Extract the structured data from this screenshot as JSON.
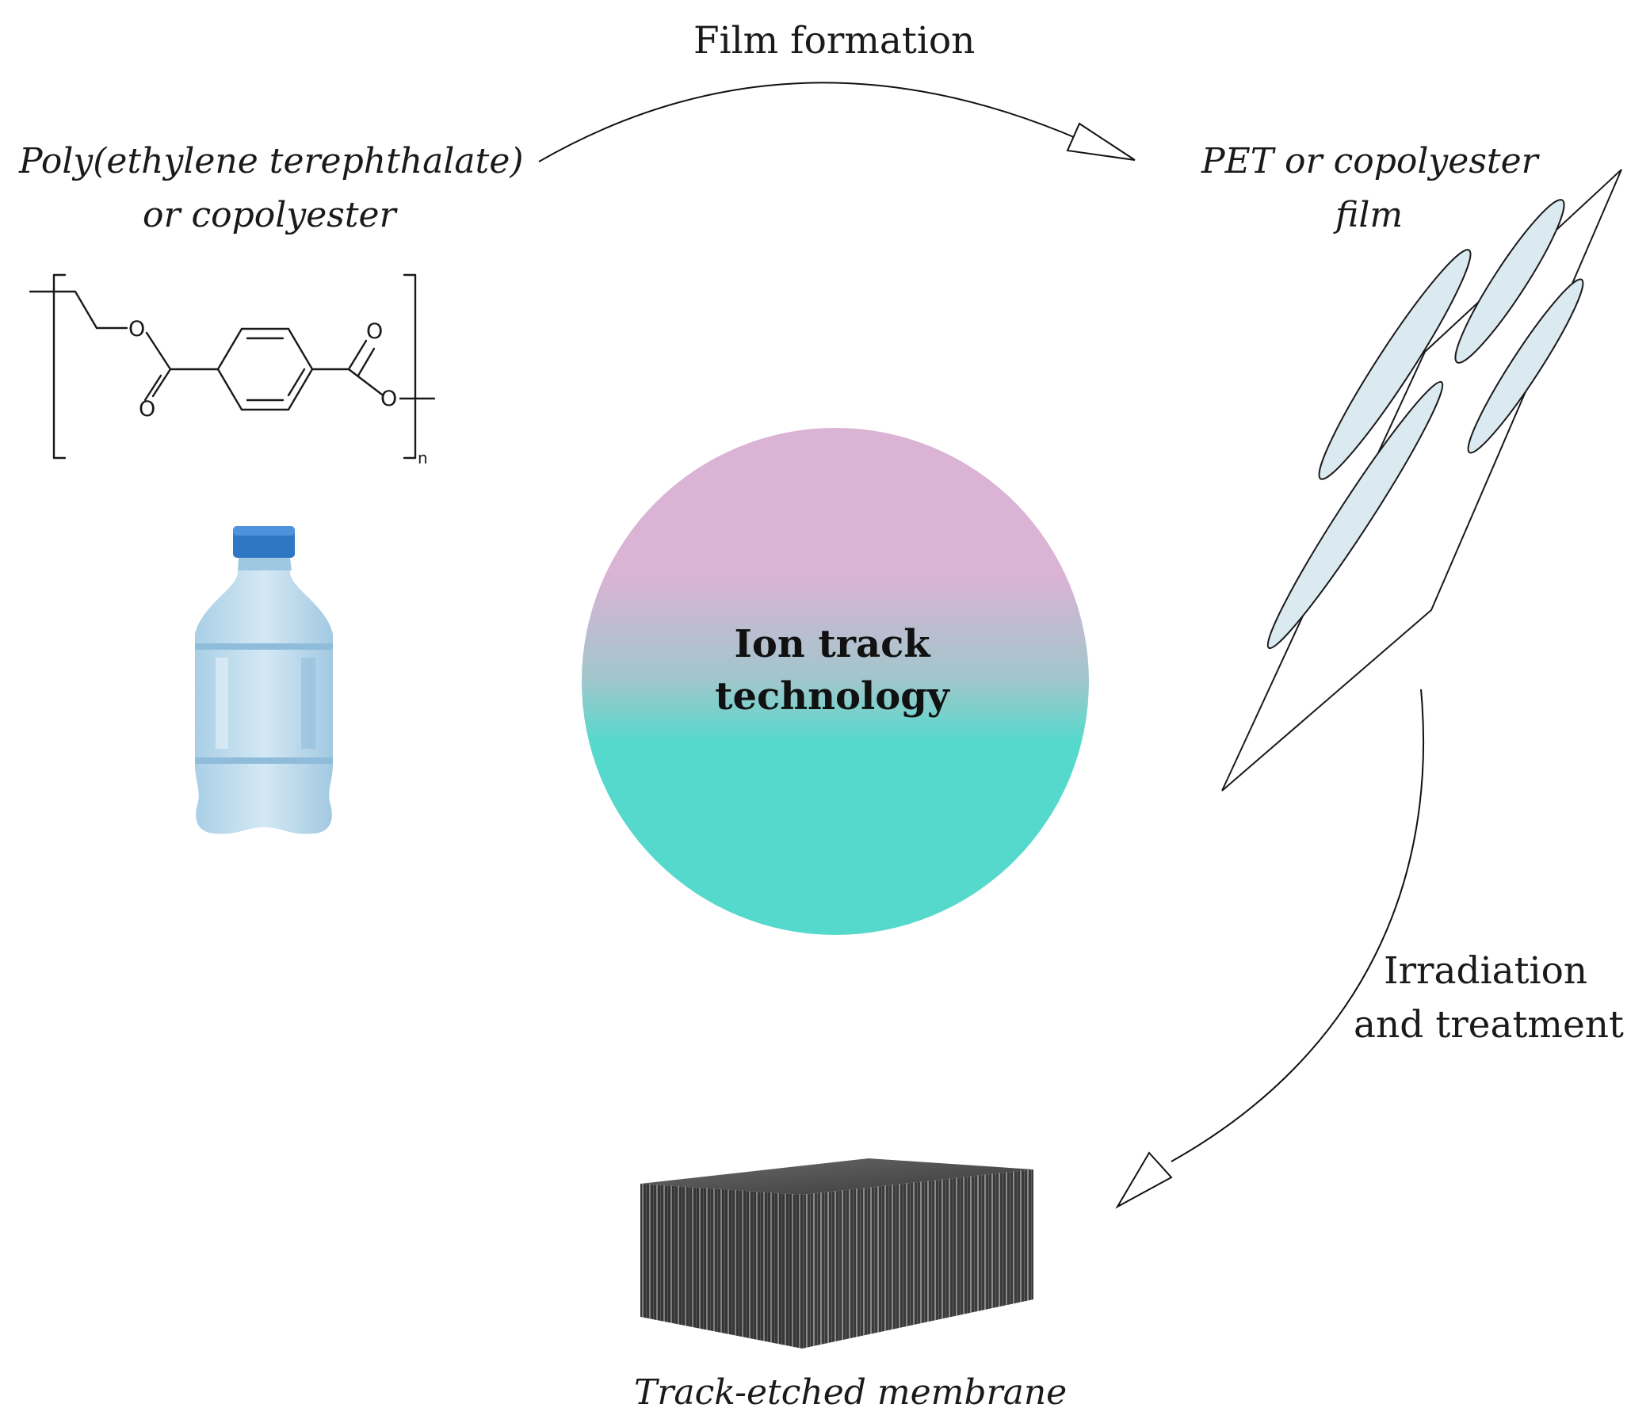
{
  "center": {
    "line1": "Ion track",
    "line2": "technology",
    "gradient_top": "#dbb3d4",
    "gradient_bottom": "#55d9cc"
  },
  "arrows": {
    "film_formation": "Film formation",
    "irradiation_line1": "Irradiation",
    "irradiation_line2": "and treatment"
  },
  "nodes": {
    "polymer_line1": "Poly(ethylene terephthalate)",
    "polymer_line2": "or copolyester",
    "film_line1": "PET or copolyester",
    "film_line2": "film",
    "membrane": "Track-etched membrane"
  },
  "structure": {
    "atom_o": "O",
    "subscript": "n"
  },
  "colors": {
    "bottle_cap": "#2f76c4",
    "bottle_body": "#bfdcef",
    "film_fill": "#dbe9f1",
    "membrane": "#4a4a4a"
  },
  "icons": [
    "bottle-icon",
    "film-sheets-icon",
    "membrane-block-icon",
    "pet-structure-icon"
  ]
}
